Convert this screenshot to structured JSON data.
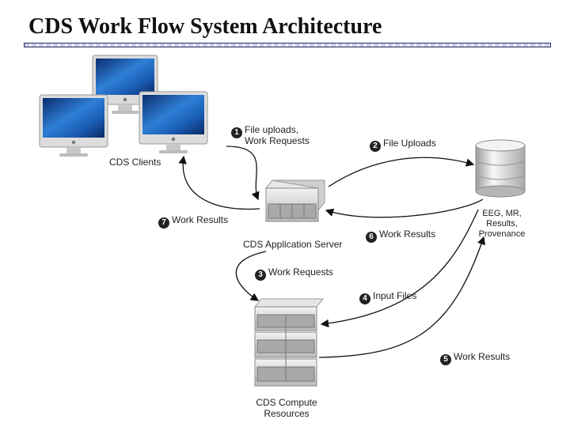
{
  "title": "CDS Work Flow System Architecture",
  "nodes": {
    "clients": "CDS Clients",
    "app_server": "CDS Application Server",
    "compute": [
      "CDS Compute",
      "Resources"
    ],
    "database": [
      "EEG, MR,",
      "Results,",
      "Provenance"
    ]
  },
  "steps": [
    {
      "num": "1",
      "lines": [
        "File uploads,",
        "Work Requests"
      ]
    },
    {
      "num": "2",
      "lines": [
        "File Uploads"
      ]
    },
    {
      "num": "3",
      "lines": [
        "Work Requests"
      ]
    },
    {
      "num": "4",
      "lines": [
        "Input Files"
      ]
    },
    {
      "num": "5",
      "lines": [
        "Work Results"
      ]
    },
    {
      "num": "6",
      "lines": [
        "Work Results"
      ]
    },
    {
      "num": "7",
      "lines": [
        "Work Results"
      ]
    }
  ]
}
